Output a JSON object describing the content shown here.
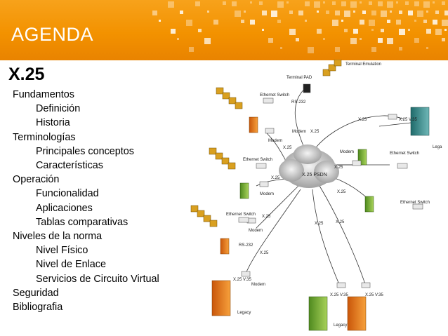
{
  "header": {
    "title": "AGENDA",
    "brand_color": "#f39200"
  },
  "slide_title": "X.25",
  "agenda": [
    {
      "label": "Fundamentos",
      "level": 0
    },
    {
      "label": "Definición",
      "level": 1
    },
    {
      "label": "Historia",
      "level": 1
    },
    {
      "label": "Terminologías",
      "level": 0
    },
    {
      "label": "Principales conceptos",
      "level": 1
    },
    {
      "label": "Características",
      "level": 1
    },
    {
      "label": "Operación",
      "level": 0
    },
    {
      "label": "Funcionalidad",
      "level": 1
    },
    {
      "label": "Aplicaciones",
      "level": 1
    },
    {
      "label": "Tablas comparativas",
      "level": 1
    },
    {
      "label": "Niveles de la norma",
      "level": 0
    },
    {
      "label": "Nivel Físico",
      "level": 1
    },
    {
      "label": "Nivel de Enlace",
      "level": 1
    },
    {
      "label": "Servicios de Circuito Virtual",
      "level": 1
    },
    {
      "label": "Seguridad",
      "level": 0
    },
    {
      "label": "Bibliografia",
      "level": 0
    }
  ],
  "diagram": {
    "cloud": "X.25 PSDN",
    "terminal_emulation": "Terminal Emulation",
    "terminal_pad": "Terminal PAD",
    "rs232": "RS-232",
    "ethernet_switch": "Ethernet Switch",
    "modem": "Modem",
    "x25": "X.25",
    "x25_v35": "X.25 V.35",
    "legacy": "Legacy",
    "legacy_cut": "Lega"
  }
}
